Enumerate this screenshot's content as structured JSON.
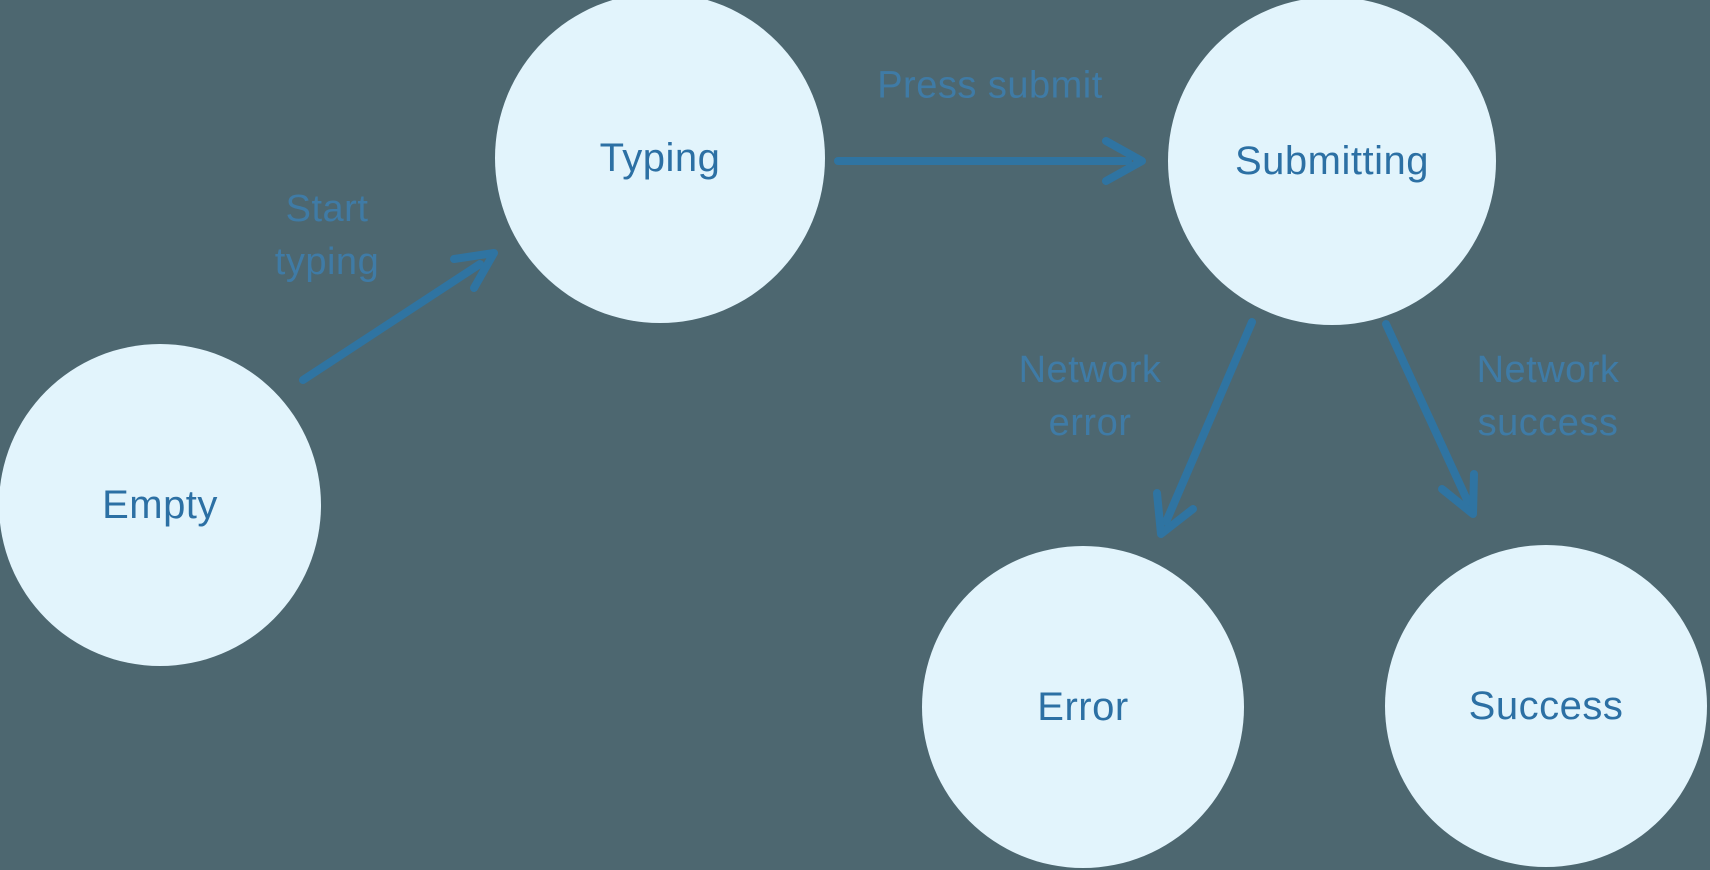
{
  "diagram": {
    "type": "state-machine",
    "background_color": "#4D6770",
    "node_fill_color": "#E2F4FC",
    "node_text_color": "#2C70A4",
    "arrow_color": "#2F74A2",
    "edge_label_color": "#3F7BA6",
    "nodes": [
      {
        "id": "empty",
        "label": "Empty"
      },
      {
        "id": "typing",
        "label": "Typing"
      },
      {
        "id": "submitting",
        "label": "Submitting"
      },
      {
        "id": "error",
        "label": "Error"
      },
      {
        "id": "success",
        "label": "Success"
      }
    ],
    "edges": [
      {
        "from": "empty",
        "to": "typing",
        "label": "Start typing",
        "lines": [
          "Start",
          "typing"
        ]
      },
      {
        "from": "typing",
        "to": "submitting",
        "label": "Press submit",
        "lines": [
          "Press submit"
        ]
      },
      {
        "from": "submitting",
        "to": "error",
        "label": "Network error",
        "lines": [
          "Network",
          "error"
        ]
      },
      {
        "from": "submitting",
        "to": "success",
        "label": "Network success",
        "lines": [
          "Network",
          "success"
        ]
      }
    ]
  }
}
